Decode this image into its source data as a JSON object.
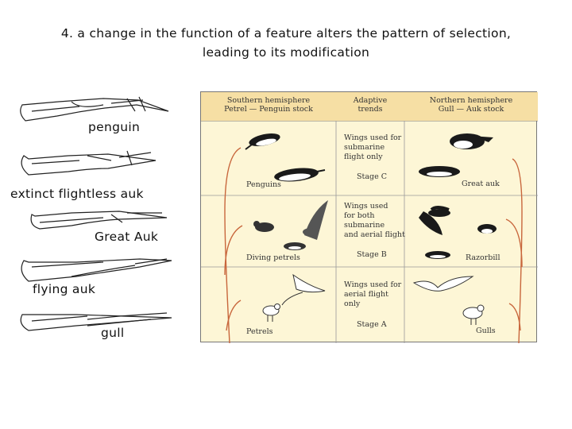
{
  "title": {
    "line1": "4. a change in the function of a feature alters the pattern of selection,",
    "line2": "leading to its modification"
  },
  "bone_labels": {
    "penguin": "penguin",
    "extinct_auk": "extinct flightless auk",
    "great_auk": "Great Auk",
    "flying_auk": "flying auk",
    "gull": "gull"
  },
  "figure": {
    "header": {
      "left_line1": "Southern hemisphere",
      "left_line2": "Petrel — Penguin stock",
      "middle_line1": "Adaptive",
      "middle_line2": "trends",
      "right_line1": "Northern hemisphere",
      "right_line2": "Gull — Auk stock"
    },
    "rows": [
      {
        "desc_line1": "Wings used for",
        "desc_line2": "submarine",
        "desc_line3": "flight only",
        "desc_line4": "",
        "stage": "Stage C",
        "left_species": "Penguins",
        "right_species": "Great auk"
      },
      {
        "desc_line1": "Wings used",
        "desc_line2": "for both",
        "desc_line3": "submarine",
        "desc_line4": "and aerial flight",
        "stage": "Stage B",
        "left_species": "Diving petrels",
        "right_species": "Razorbill"
      },
      {
        "desc_line1": "Wings used for",
        "desc_line2": "aerial flight",
        "desc_line3": "only",
        "desc_line4": "",
        "stage": "Stage A",
        "left_species": "Petrels",
        "right_species": "Gulls"
      }
    ]
  },
  "colors": {
    "header_bg": "#f6dfa4",
    "figure_bg": "#fdf6d6",
    "lineage": "#c8663c"
  }
}
